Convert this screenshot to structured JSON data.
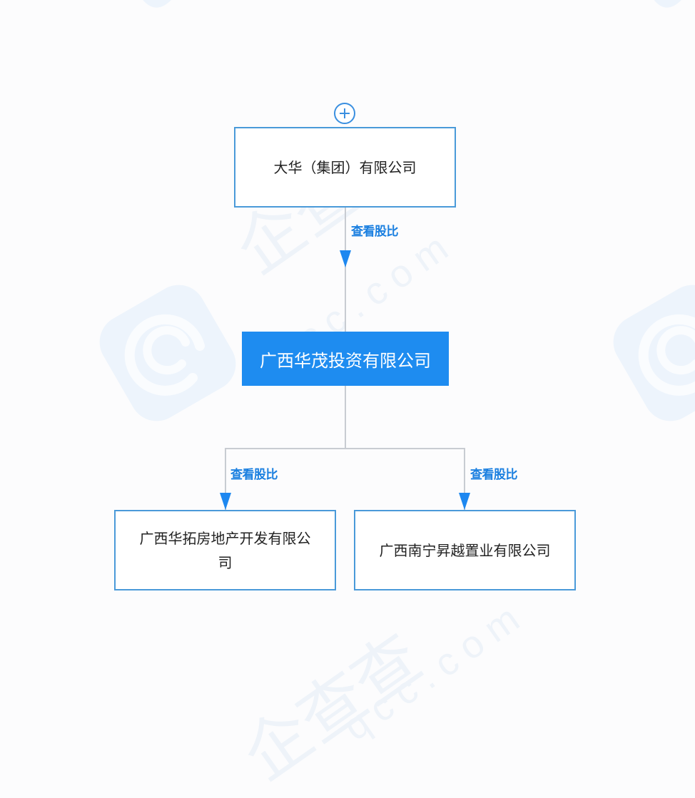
{
  "watermark": {
    "brand_cn": "企查查",
    "brand_domain": "qcc.com",
    "color": "#eaf2fb"
  },
  "colors": {
    "accent": "#1e8cf0",
    "node_border": "#4a9ad9",
    "connector": "#c8ccd2",
    "arrow": "#1e88f0",
    "link": "#1a7fe0",
    "background": "#fcfcfd"
  },
  "diagram": {
    "expand_icon": "plus-circle-icon",
    "parent": {
      "name": "大华（集团）有限公司"
    },
    "parent_edge": {
      "label": "查看股比"
    },
    "focus": {
      "name": "广西华茂投资有限公司"
    },
    "children": [
      {
        "name": "广西华拓房地产开发有限公司",
        "edge_label": "查看股比"
      },
      {
        "name": "广西南宁昇越置业有限公司",
        "edge_label": "查看股比"
      }
    ]
  }
}
